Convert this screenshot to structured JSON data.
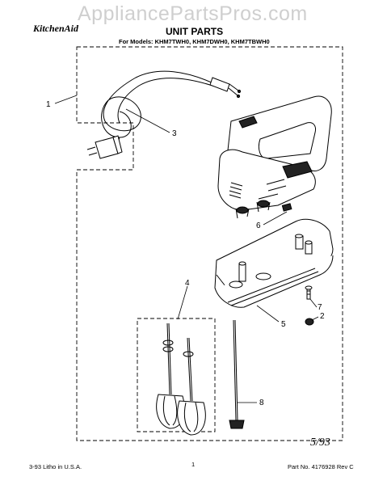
{
  "watermark": "AppliancePartsPros.com",
  "header": {
    "brand": "KitchenAid",
    "title": "UNIT PARTS",
    "models": "For Models: KHM7TWH0, KHM7DWH0, KHM7TBWH0"
  },
  "callouts": [
    "1",
    "2",
    "3",
    "4",
    "5",
    "6",
    "7",
    "8"
  ],
  "date_mark": "5/93",
  "footer": {
    "left": "3-93  Litho in U.S.A.",
    "center": "1",
    "right": "Part No. 4176928 Rev C"
  }
}
